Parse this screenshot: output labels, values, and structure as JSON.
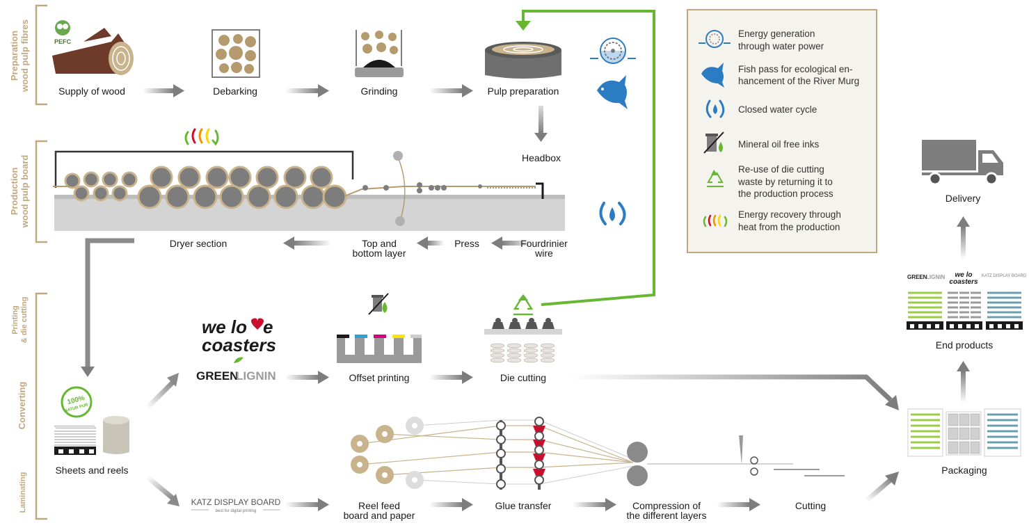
{
  "colors": {
    "brand_tan": "#b59a6e",
    "wood_dark": "#6e3a2a",
    "gray_dark": "#7d7d7d",
    "gray_light": "#d4d4d4",
    "accent_green": "#66b832",
    "accent_blue": "#2b7cc3",
    "legend_bg": "#f5f3ee",
    "legend_border": "#c2a87e"
  },
  "sections": {
    "preparation_l1": "Preparation",
    "preparation_l2": "wood pulp fibres",
    "production_l1": "Production",
    "production_l2": "wood pulp board",
    "printing_l1": "Printing",
    "printing_l2": "& die cutting",
    "converting": "Converting",
    "laminating": "Laminating"
  },
  "steps": {
    "supply_of_wood": "Supply of wood",
    "debarking": "Debarking",
    "grinding": "Grinding",
    "pulp_preparation": "Pulp preparation",
    "headbox": "Headbox",
    "fourdrinier_l1": "Fourdrinier",
    "fourdrinier_l2": "wire",
    "press": "Press",
    "top_bottom_l1": "Top and",
    "top_bottom_l2": "bottom layer",
    "dryer_section": "Dryer section",
    "sheets_and_reels": "Sheets and reels",
    "offset_printing": "Offset printing",
    "die_cutting": "Die cutting",
    "reel_feed_l1": "Reel feed",
    "reel_feed_l2": "board and paper",
    "glue_transfer": "Glue transfer",
    "compression_l1": "Compression of",
    "compression_l2": "the different layers",
    "cutting": "Cutting",
    "packaging": "Packaging",
    "end_products": "End products",
    "delivery": "Delivery"
  },
  "brands": {
    "pefc": "PEFC",
    "we_love_l1": "we lo",
    "we_love_l2": "coasters",
    "greenlignin_a": "GREEN",
    "greenlignin_b": "LIGNIN",
    "katz": "KATZ DISPLAY BOARD",
    "katz_sub": "best for digital printing",
    "natur_pur_l1": "100%",
    "natur_pur_l2": "NATUR PUR"
  },
  "legend": {
    "items": [
      {
        "icon": "water-wheel-icon",
        "lines": [
          "Energy generation",
          "through water power"
        ]
      },
      {
        "icon": "fish-icon",
        "lines": [
          "Fish pass for ecological en-",
          "hancement of the River Murg"
        ]
      },
      {
        "icon": "water-cycle-icon",
        "lines": [
          "Closed water cycle"
        ]
      },
      {
        "icon": "oil-free-icon",
        "lines": [
          "Mineral oil free inks"
        ]
      },
      {
        "icon": "recycle-icon",
        "lines": [
          "Re-use of die cutting",
          "waste by returning it to",
          "the production process"
        ]
      },
      {
        "icon": "heat-recovery-icon",
        "lines": [
          "Energy recovery through",
          "heat from the production"
        ]
      }
    ]
  }
}
